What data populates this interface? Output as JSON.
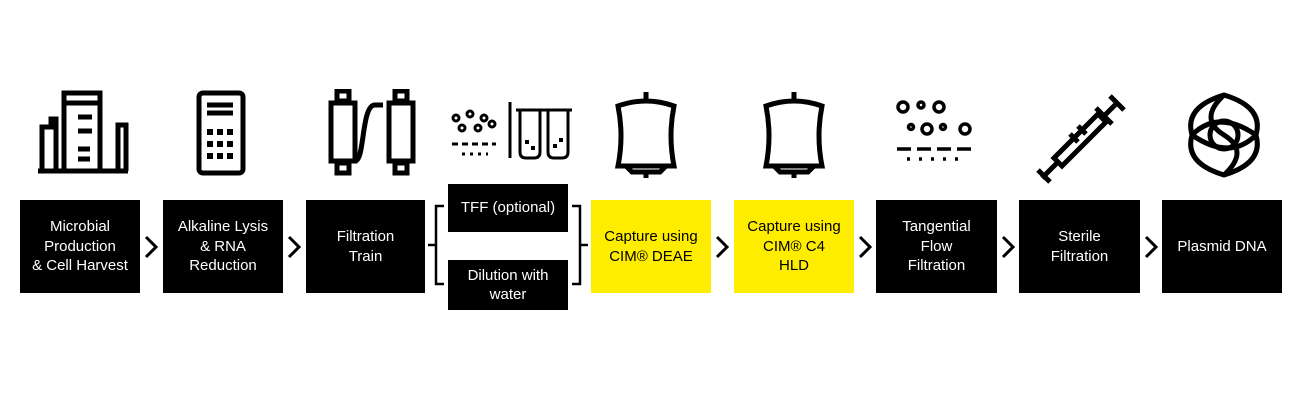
{
  "colors": {
    "step": "#000000",
    "step_text": "#ffffff",
    "highlight": "#ffed00",
    "highlight_text": "#000000"
  },
  "steps": [
    {
      "label": "Microbial\nProduction\n& Cell Harvest",
      "icon": "factory-icon"
    },
    {
      "label": "Alkaline Lysis\n& RNA\nReduction",
      "icon": "calculator-icon"
    },
    {
      "label": "Filtration\nTrain",
      "icon": "filter-train-icon"
    },
    {
      "label": "TFF (optional)",
      "icon": "particles-tubes-icon"
    },
    {
      "label": "Dilution with\nwater"
    },
    {
      "label": "Capture using\nCIM® DEAE",
      "icon": "monolith-column-icon",
      "highlighted": true
    },
    {
      "label": "Capture using\nCIM® C4\nHLD",
      "icon": "monolith-column-icon",
      "highlighted": true
    },
    {
      "label": "Tangential\nFlow\nFiltration",
      "icon": "particles-membrane-icon"
    },
    {
      "label": "Sterile\nFiltration",
      "icon": "syringe-icon"
    },
    {
      "label": "Plasmid DNA",
      "icon": "plasmid-icon"
    }
  ]
}
